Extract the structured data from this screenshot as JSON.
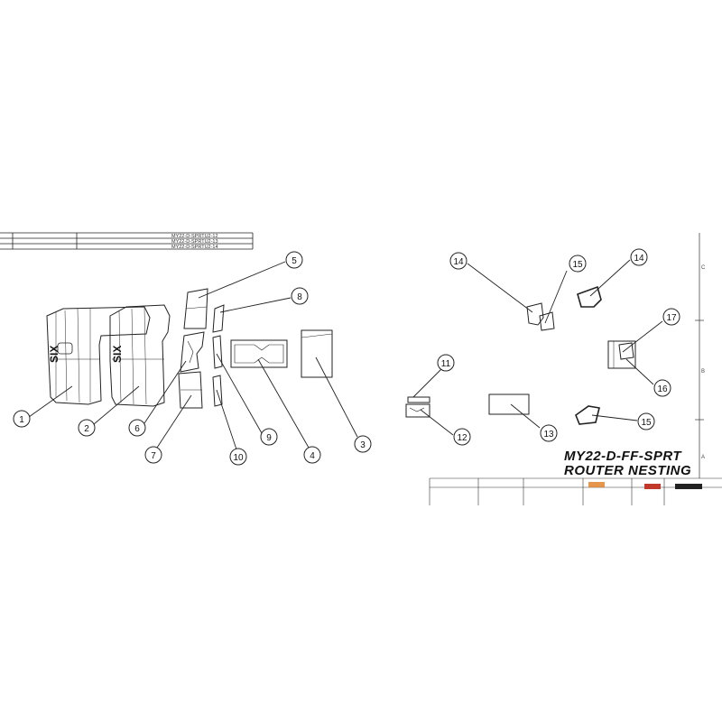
{
  "drawing": {
    "title_line1": "MY22-D-FF-SPRT",
    "title_line2": "ROUTER NESTING"
  },
  "bom_table": {
    "rows": [
      {
        "part": "MY22-D-SPRTU2-12"
      },
      {
        "part": "MY22-D-SPRTU2-13"
      },
      {
        "part": "MY22-D-SPRTU2-14"
      }
    ]
  },
  "border_zones": {
    "c": "C",
    "b": "B",
    "a": "A"
  },
  "parts": {
    "1": "1",
    "2": "2",
    "3": "3",
    "4": "4",
    "5": "5",
    "6": "6",
    "7": "7",
    "8": "8",
    "9": "9",
    "10": "10",
    "11": "11",
    "12": "12",
    "13": "13",
    "14a": "14",
    "14b": "14",
    "15a": "15",
    "15b": "15",
    "16": "16",
    "17": "17"
  },
  "part_graphics": {
    "logo_text": "SIX"
  },
  "colors": {
    "line": "#222222",
    "accent_orange": "#e07a1f",
    "accent_red": "#c0392b"
  }
}
